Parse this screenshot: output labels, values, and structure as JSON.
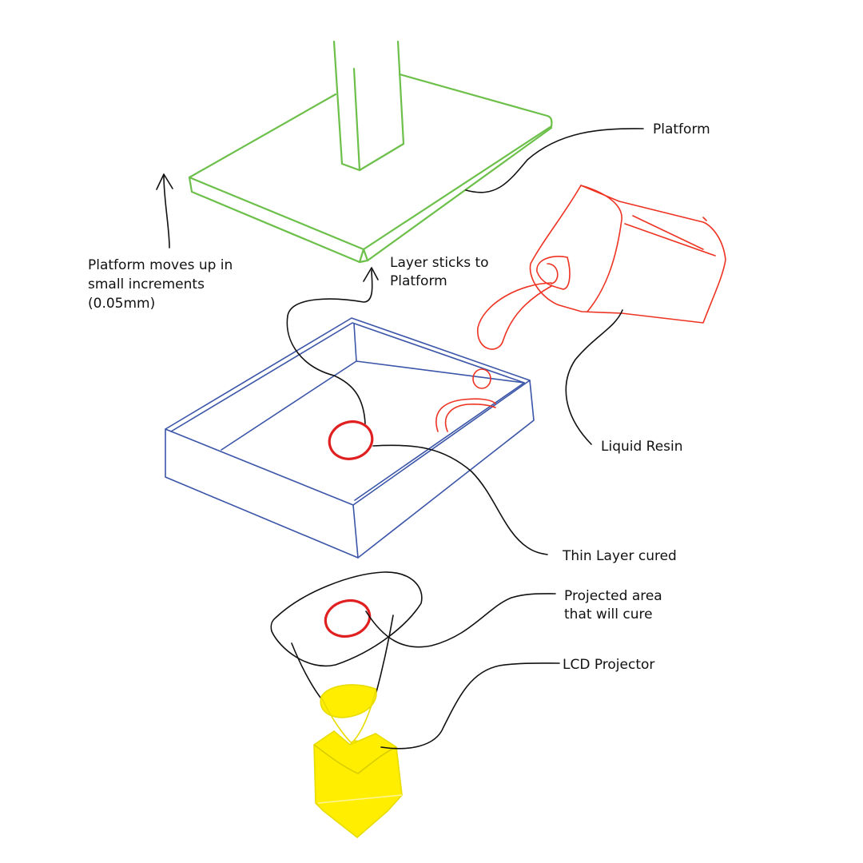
{
  "colors": {
    "platform": "#6cc04a",
    "vat": "#3b55a8",
    "resin": "#ee3322",
    "cured_layer": "#e02020",
    "projector": "#ffee00",
    "projector_outline": "#e8dc00",
    "leader": "#111111"
  },
  "labels": {
    "platform": "Platform",
    "platform_moves_line1": "Platform moves up in",
    "platform_moves_line2": "small increments",
    "platform_moves_line3": "(0.05mm)",
    "layer_sticks_line1": "Layer sticks to",
    "layer_sticks_line2": "Platform",
    "liquid_resin": "Liquid Resin",
    "thin_layer": "Thin Layer cured",
    "projected_area_line1": "Projected area",
    "projected_area_line2": "that will cure",
    "lcd_projector": "LCD Projector"
  }
}
